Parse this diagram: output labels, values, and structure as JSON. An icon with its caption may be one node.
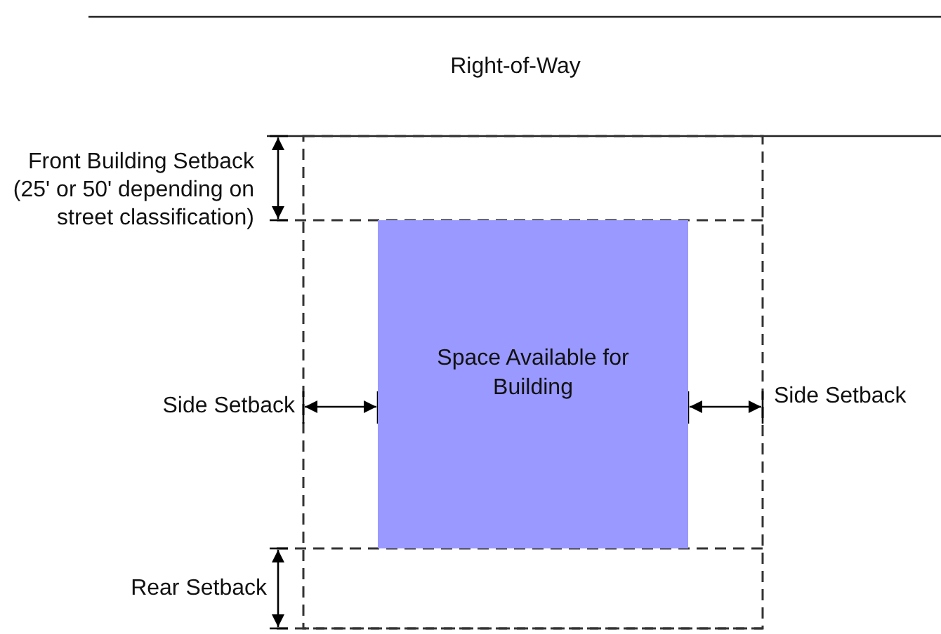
{
  "diagram": {
    "nodes": [
      {
        "text": [
          "Space Available for Building"
        ]
      }
    ],
    "labels": [
      "Right-of-Way",
      "Front Building Setback (25' or 50' depending on street classification)",
      "Side Setback",
      "Side Setback",
      "Rear Setback"
    ]
  }
}
